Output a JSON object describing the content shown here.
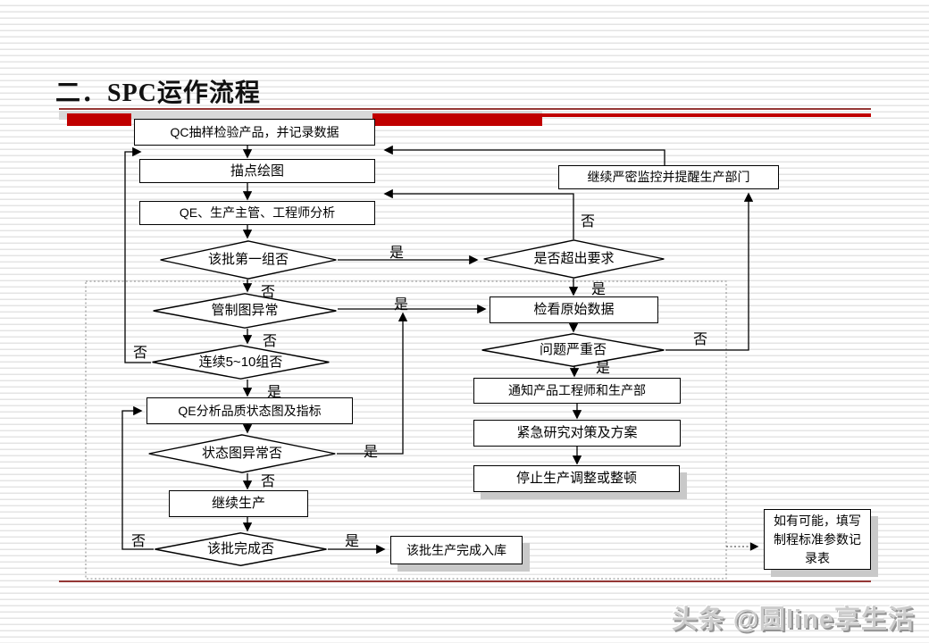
{
  "slide": {
    "title": "二．SPC运作流程",
    "watermark": "头条 @圆line享生活"
  },
  "colors": {
    "accent_red": "#c00000",
    "rule_maroon": "#953735",
    "shadow_gray": "#c9c9c9"
  },
  "flowchart": {
    "nodes": [
      {
        "id": "qc-sampling",
        "shape": "rect",
        "label": "QC抽样检验产品，并记录数据"
      },
      {
        "id": "plot-points",
        "shape": "rect",
        "label": "描点绘图"
      },
      {
        "id": "analysis",
        "shape": "rect",
        "label": "QE、生产主管、工程师分析"
      },
      {
        "id": "first-group",
        "shape": "diamond",
        "label": "该批第一组否"
      },
      {
        "id": "control-chart-abnormal",
        "shape": "diamond",
        "label": "管制图异常"
      },
      {
        "id": "consecutive-groups",
        "shape": "diamond",
        "label": "连续5~10组否"
      },
      {
        "id": "qe-status-analysis",
        "shape": "rect",
        "label": "QE分析品质状态图及指标"
      },
      {
        "id": "status-chart-abnormal",
        "shape": "diamond",
        "label": "状态图异常否"
      },
      {
        "id": "continue-production",
        "shape": "rect",
        "label": "继续生产"
      },
      {
        "id": "batch-complete",
        "shape": "diamond",
        "label": "该批完成否"
      },
      {
        "id": "continue-monitoring",
        "shape": "rect",
        "label": "继续严密监控并提醒生产部门"
      },
      {
        "id": "exceed-requirement",
        "shape": "diamond",
        "label": "是否超出要求"
      },
      {
        "id": "check-raw-data",
        "shape": "rect",
        "label": "检看原始数据"
      },
      {
        "id": "problem-serious",
        "shape": "diamond",
        "label": "问题严重否"
      },
      {
        "id": "notify-engineer",
        "shape": "rect",
        "label": "通知产品工程师和生产部"
      },
      {
        "id": "emergency-countermeasure",
        "shape": "rect",
        "label": "紧急研究对策及方案"
      },
      {
        "id": "stop-production",
        "shape": "rect",
        "label": "停止生产调整或整顿"
      },
      {
        "id": "batch-stored",
        "shape": "rect",
        "label": "该批生产完成入库"
      },
      {
        "id": "fill-record",
        "shape": "rect",
        "label": "如有可能，填写制程标准参数记录表"
      }
    ],
    "edge_labels": [
      {
        "text": "否"
      },
      {
        "text": "是"
      },
      {
        "text": "否"
      },
      {
        "text": "是"
      },
      {
        "text": "否"
      },
      {
        "text": "是"
      },
      {
        "text": "是"
      },
      {
        "text": "否"
      },
      {
        "text": "否"
      },
      {
        "text": "是"
      },
      {
        "text": "否"
      },
      {
        "text": "是"
      },
      {
        "text": "否"
      },
      {
        "text": "是"
      }
    ]
  }
}
